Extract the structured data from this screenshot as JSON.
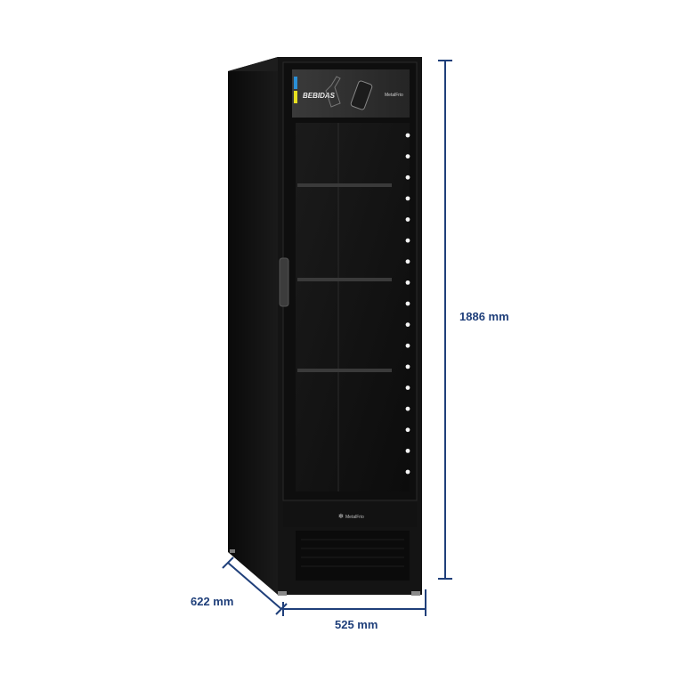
{
  "product": {
    "banner_text": "BEBIDAS",
    "brand_top": "MetalFrio",
    "brand_bottom": "MetalFrio"
  },
  "dimensions": {
    "height": "1886 mm",
    "depth": "622 mm",
    "width": "525 mm"
  },
  "colors": {
    "dimension_line": "#1f3f7a",
    "cabinet": "#111111",
    "led": "#f4f4f4",
    "banner_accent_blue": "#2a8fd6",
    "banner_accent_yellow": "#e7e021"
  }
}
